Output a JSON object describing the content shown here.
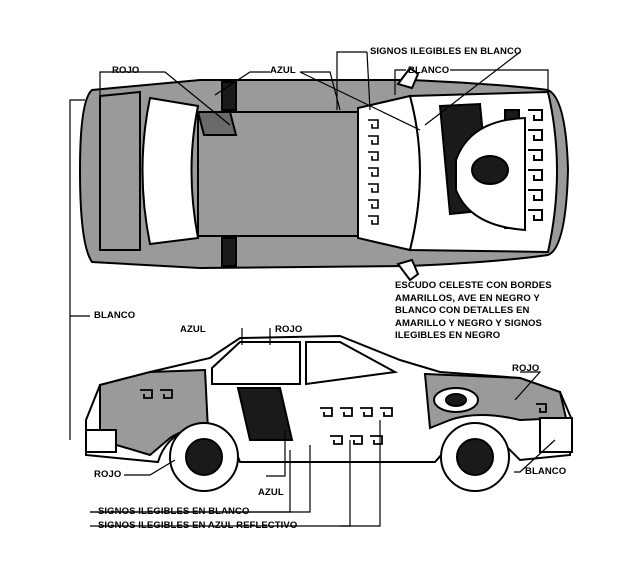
{
  "labels": {
    "top_rojo": "ROJO",
    "top_azul": "AZUL",
    "top_signos_blanco": "SIGNOS ILEGIBLES EN BLANCO",
    "top_blanco": "BLANCO",
    "escudo_desc": "ESCUDO CELESTE CON BORDES AMARILLOS, AVE EN NEGRO Y BLANCO CON DETALLES EN AMARILLO Y NEGRO Y SIGNOS ILEGIBLES EN NEGRO",
    "left_blanco": "BLANCO",
    "side_azul": "AZUL",
    "side_rojo": "ROJO",
    "front_rojo": "ROJO",
    "rear_rojo": "ROJO",
    "front_blanco": "BLANCO",
    "bottom_azul": "AZUL",
    "bottom_signos_blanco": "SIGNOS ILEGIBLES EN BLANCO",
    "bottom_signos_azul": "SIGNOS ILEGIBLES EN AZUL REFLECTIVO"
  },
  "colors": {
    "gray": "#9a9a9a",
    "dark": "#1a1a1a",
    "light": "#ffffff",
    "line": "#000000"
  },
  "icons": [
    "shield-emblem",
    "bird-icon"
  ]
}
